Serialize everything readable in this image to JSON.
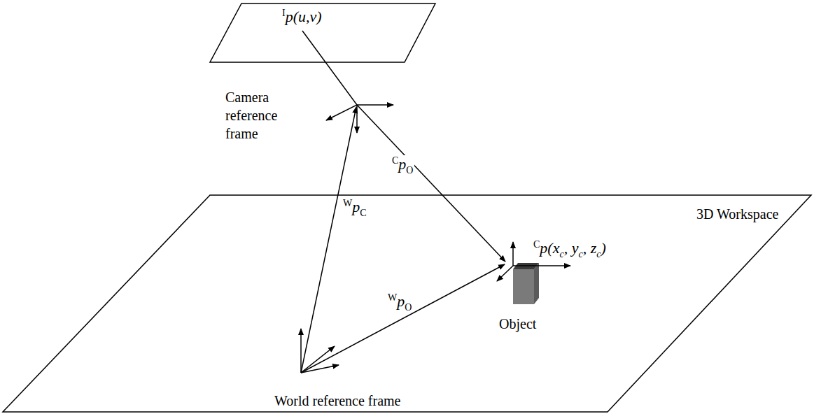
{
  "diagram": {
    "nodes": [
      {
        "text": [
          "I",
          "p(u,v)"
        ]
      },
      {
        "text": [
          "3D Workspace"
        ]
      }
    ],
    "labels": [
      "Camera reference frame",
      "C",
      "p",
      "O",
      "W",
      "p",
      "C",
      "W",
      "p",
      "O",
      "C",
      "p(x",
      "c",
      ", y",
      "c",
      ", z",
      "c",
      ")",
      "Object",
      "World reference frame"
    ]
  }
}
